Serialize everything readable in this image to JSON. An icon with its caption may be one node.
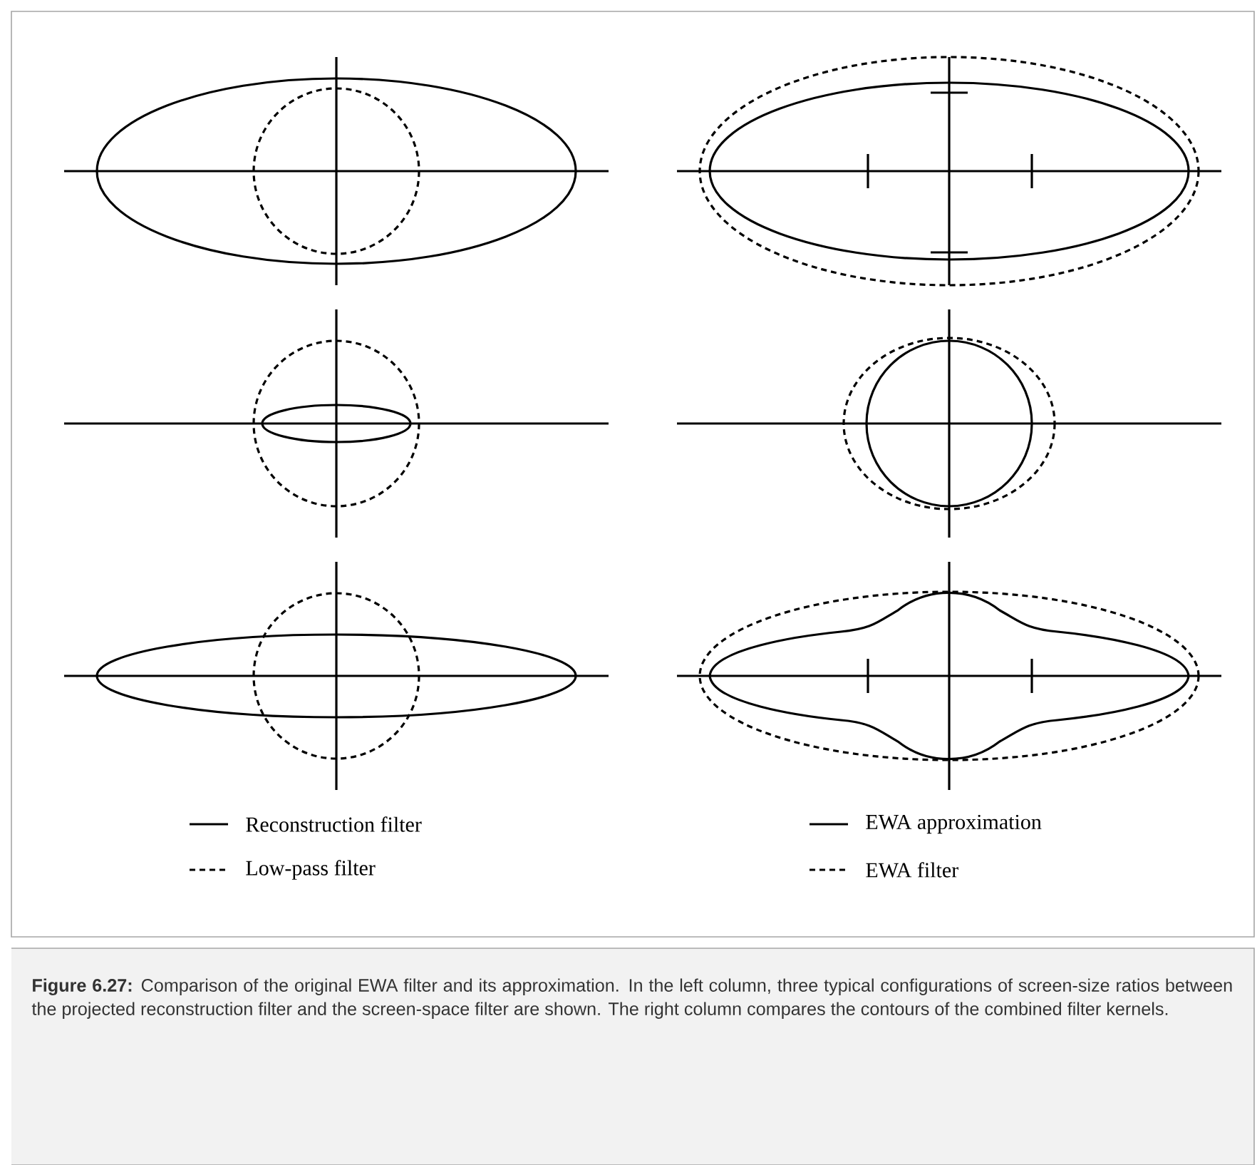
{
  "diagram": {
    "caption": "**Figure 6.27:** Comparison of the original EWA filter and its approximation. In the left column, three typical configurations of screen-size ratios between the projected reconstruction filter and the screen-space filter are shown. The right column compares the contours of the combined filter kernels.",
    "legend": [
      {
        "text": "Reconstruction filter"
      },
      {
        "text": "Low-pass filter"
      },
      {
        "text": "EWA approximation"
      },
      {
        "text": "EWA filter"
      }
    ]
  }
}
